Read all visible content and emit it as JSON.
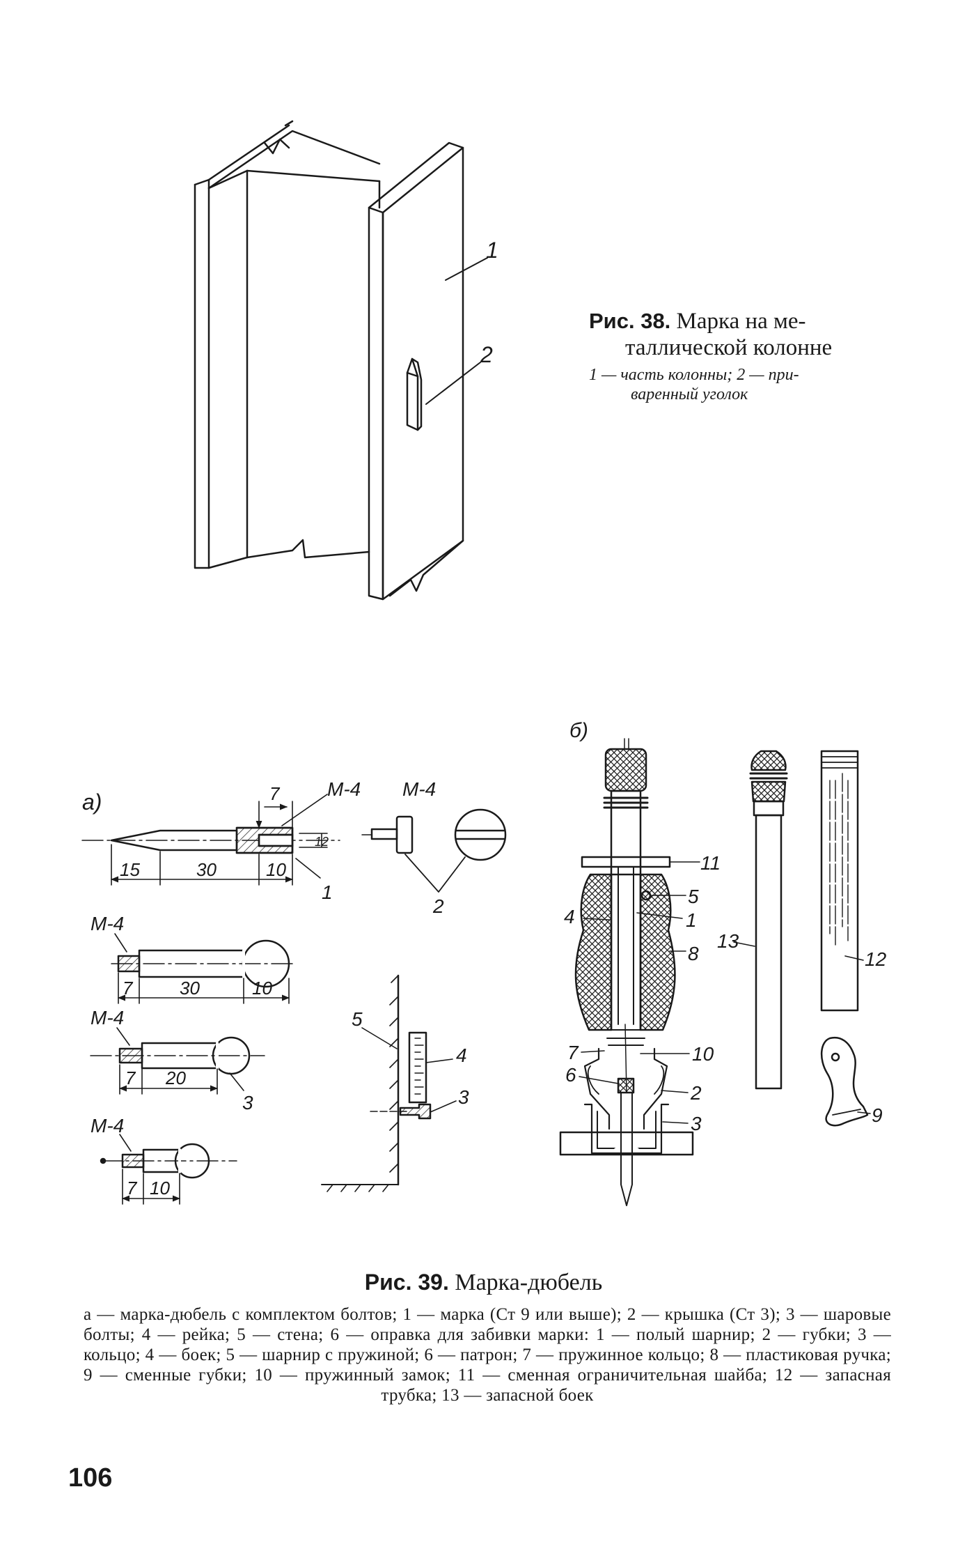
{
  "figure38": {
    "labels": {
      "part": "1",
      "angle": "2"
    },
    "caption": {
      "prefix": "Рис. 38.",
      "title_line1": "Марка на ме-",
      "title_line2": "таллической колонне",
      "legend_line1": "1 — часть колонны; 2 — при-",
      "legend_line2": "варенный уголок"
    }
  },
  "figure39": {
    "panel_a": {
      "letter": "а)",
      "thread_label": "М-4",
      "parts": {
        "marker": "1",
        "cover": "2",
        "ball_bolt": "3",
        "rail": "4",
        "wall": "5"
      },
      "dims_marker": [
        "15",
        "30",
        "10",
        "7",
        "12"
      ],
      "dims_bolt1": [
        "7",
        "30",
        "10"
      ],
      "dims_bolt2": [
        "7",
        "20"
      ],
      "dims_bolt3": [
        "7",
        "10"
      ]
    },
    "panel_b": {
      "letter": "б)",
      "parts": [
        "1",
        "2",
        "3",
        "4",
        "5",
        "6",
        "7",
        "8",
        "9",
        "10",
        "11",
        "12",
        "13"
      ]
    },
    "caption": {
      "prefix": "Рис. 39.",
      "title": "Марка-дюбель",
      "body": "а — марка-дюбель с комплектом болтов; 1 — марка (Ст 9 или выше); 2 — крышка (Ст 3); 3 — шаровые болты; 4 — рейка; 5 — стена; 6 — оправка для забивки марки: 1 — полый шарнир; 2 — губки; 3 — кольцо; 4 — боек; 5 — шарнир с пружиной; 6 — патрон; 7 — пружинное кольцо; 8 — пластиковая ручка; 9 — сменные губки; 10 — пружинный замок; 11 — сменная ограничительная шайба; 12 — запасная трубка; 13 — запасной боек"
    }
  },
  "page_number": "106"
}
